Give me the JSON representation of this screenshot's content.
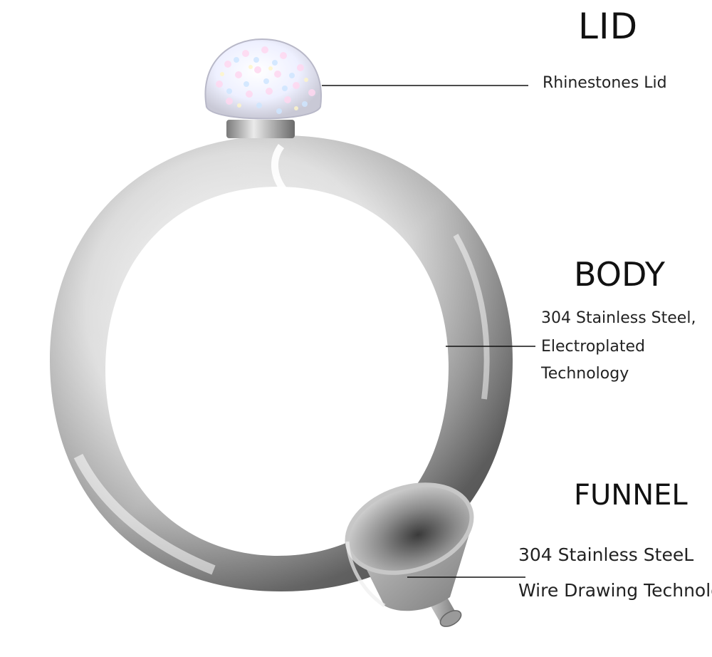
{
  "sections": {
    "lid": {
      "title": "LID",
      "description": "Rhinestones Lid"
    },
    "body": {
      "title": "BODY",
      "description_lines": [
        "304 Stainless Steel,",
        "Electroplated",
        "Technology"
      ]
    },
    "funnel": {
      "title": "FUNNEL",
      "description_lines": [
        "304 Stainless SteeL",
        "Wire Drawing Technology"
      ]
    }
  },
  "colors": {
    "background": "#ffffff",
    "steel_light": "#f2f2f2",
    "steel_mid": "#b9b9b9",
    "steel_dark": "#6e6e6e",
    "leader_line": "#111111"
  },
  "icons": {
    "lid": "rhinestone-cap-icon",
    "body": "ring-flask-icon",
    "funnel": "funnel-icon"
  }
}
